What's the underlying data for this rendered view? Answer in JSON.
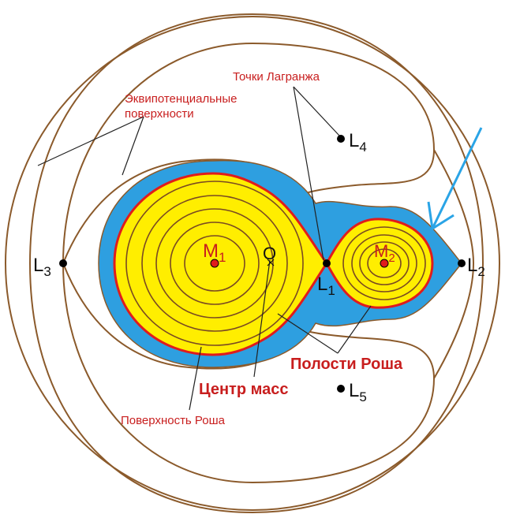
{
  "labels": {
    "lagrange_points": "Точки Лагранжа",
    "equipotential": "Эквипотенциальные поверхности",
    "roche_lobes": "Полости Роша",
    "center_of_mass": "Центр масс",
    "roche_surface": "Поверхность Роша"
  },
  "points": {
    "L1": {
      "letter": "L",
      "sub": "1"
    },
    "L2": {
      "letter": "L",
      "sub": "2"
    },
    "L3": {
      "letter": "L",
      "sub": "3"
    },
    "L4": {
      "letter": "L",
      "sub": "4"
    },
    "L5": {
      "letter": "L",
      "sub": "5"
    },
    "M1": {
      "letter": "M",
      "sub": "1"
    },
    "M2": {
      "letter": "M",
      "sub": "2"
    },
    "O": {
      "letter": "O"
    }
  },
  "colors": {
    "lobe_fill": "#ffee00",
    "roche_outline": "#e01c1c",
    "envelope": "#2e9fe0",
    "equipotential_lines": "#8b5a2b",
    "arrow": "#2aa4e6",
    "label_red": "#c81e1e"
  }
}
